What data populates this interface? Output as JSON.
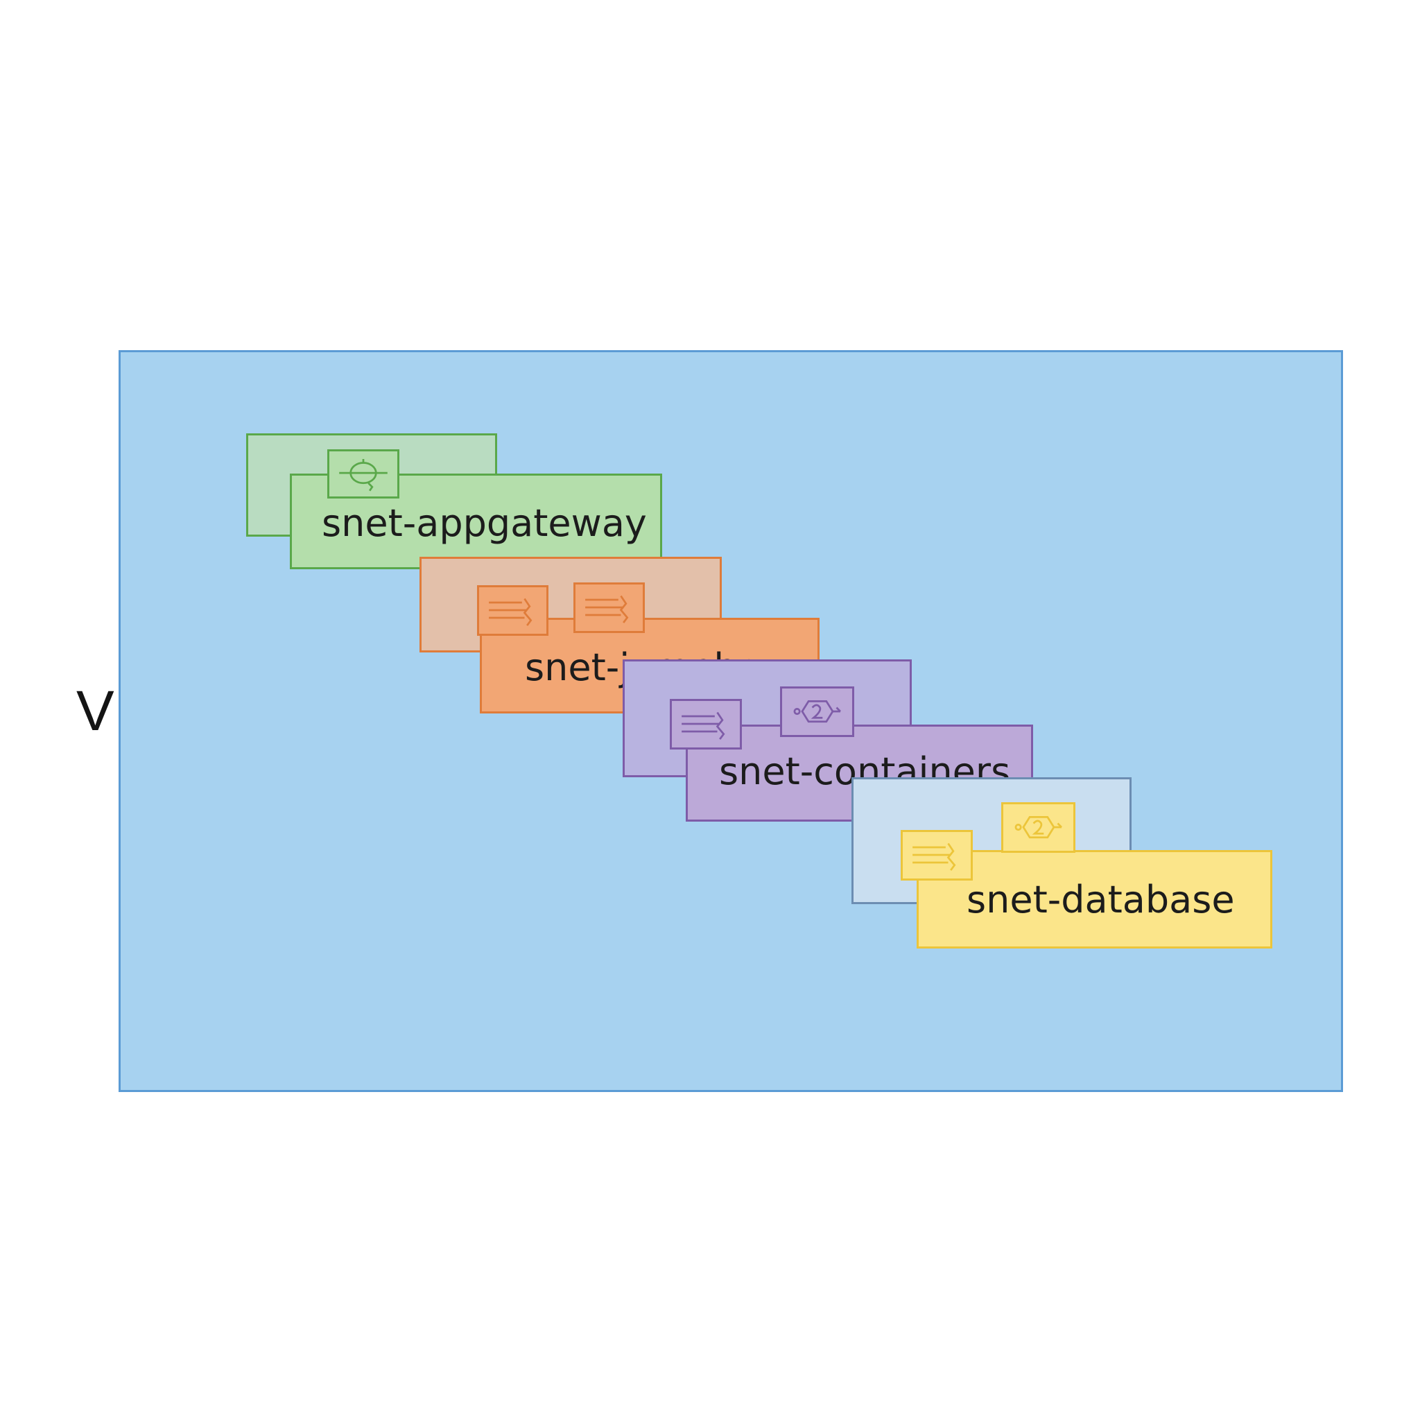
{
  "colors": {
    "vnet_fill": "#a7d2f0",
    "vnet_border": "#5b9bd5",
    "green_fill": "#b4deab",
    "green_border": "#5aa84a",
    "green_back_fill": "#b9dcc1",
    "orange_fill": "#f2a674",
    "orange_border": "#df7c3a",
    "orange_back_fill": "#e3c0aa",
    "purple_fill": "#bca9d8",
    "purple_border": "#7e5ca8",
    "purple_back_fill": "#b8b3e0",
    "yellow_fill": "#fbe58a",
    "yellow_border": "#ecc53a",
    "yellow_back_fill": "#c9def0",
    "yellow_back_border": "#6c8db2"
  },
  "vnet": {
    "label": "VNet"
  },
  "subnets": [
    {
      "name": "snet-appgateway",
      "icons": [
        "gateway-icon"
      ]
    },
    {
      "name": "snet-jumpbox",
      "icons": [
        "network-interface-icon",
        "network-interface-icon"
      ]
    },
    {
      "name": "snet-containers",
      "icons": [
        "network-interface-icon",
        "route-hex-icon"
      ]
    },
    {
      "name": "snet-database",
      "icons": [
        "network-interface-icon",
        "route-hex-icon"
      ]
    }
  ]
}
